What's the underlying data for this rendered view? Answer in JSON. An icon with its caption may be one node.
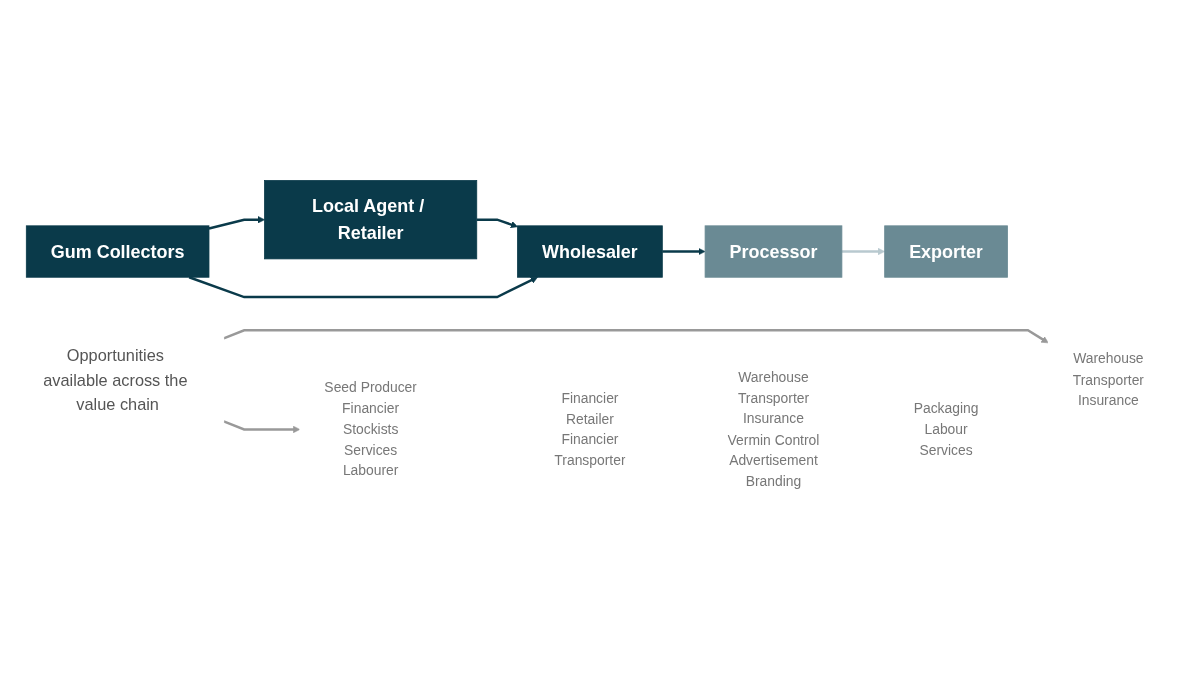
{
  "diagram": {
    "nodes": [
      {
        "text": [
          "Gum Collectors"
        ]
      },
      {
        "text": [
          "Local Agent / Retailer"
        ]
      },
      {
        "text": [
          "Wholesaler"
        ]
      },
      {
        "text": [
          "Processor"
        ]
      },
      {
        "text": [
          "Exporter"
        ]
      },
      {
        "text": [
          "Seed Producer",
          "Financier",
          "Stockists",
          "Services",
          "Labourer"
        ]
      },
      {
        "text": [
          "Financier",
          "Retailer",
          "Financier",
          "Transporter"
        ]
      },
      {
        "text": [
          "Warehouse",
          "Transporter",
          "Insurance",
          "Vermin Control",
          "Advertisement",
          "Branding"
        ]
      },
      {
        "text": [
          "Packaging",
          "Labour",
          "Services"
        ]
      },
      {
        "text": [
          "Warehouse",
          "Transporter",
          "Insurance"
        ]
      },
      {
        "text": [
          "Opportunities available across the value chain"
        ]
      }
    ],
    "edges": [
      {
        "from": 0,
        "to": 1,
        "arrow": "to"
      },
      {
        "from": 1,
        "to": 2,
        "arrow": "to"
      },
      {
        "from": 2,
        "to": 3,
        "arrow": "to"
      },
      {
        "from": 3,
        "to": 4,
        "arrow": "to",
        "color": "#b8c9cf"
      },
      {
        "from": 0,
        "to": 2,
        "arrow": "to"
      },
      {
        "from": 10,
        "to": 5,
        "arrow": "to",
        "color": "#999999"
      },
      {
        "from": 10,
        "to": 9,
        "arrow": "to",
        "color": "#999999"
      }
    ]
  }
}
